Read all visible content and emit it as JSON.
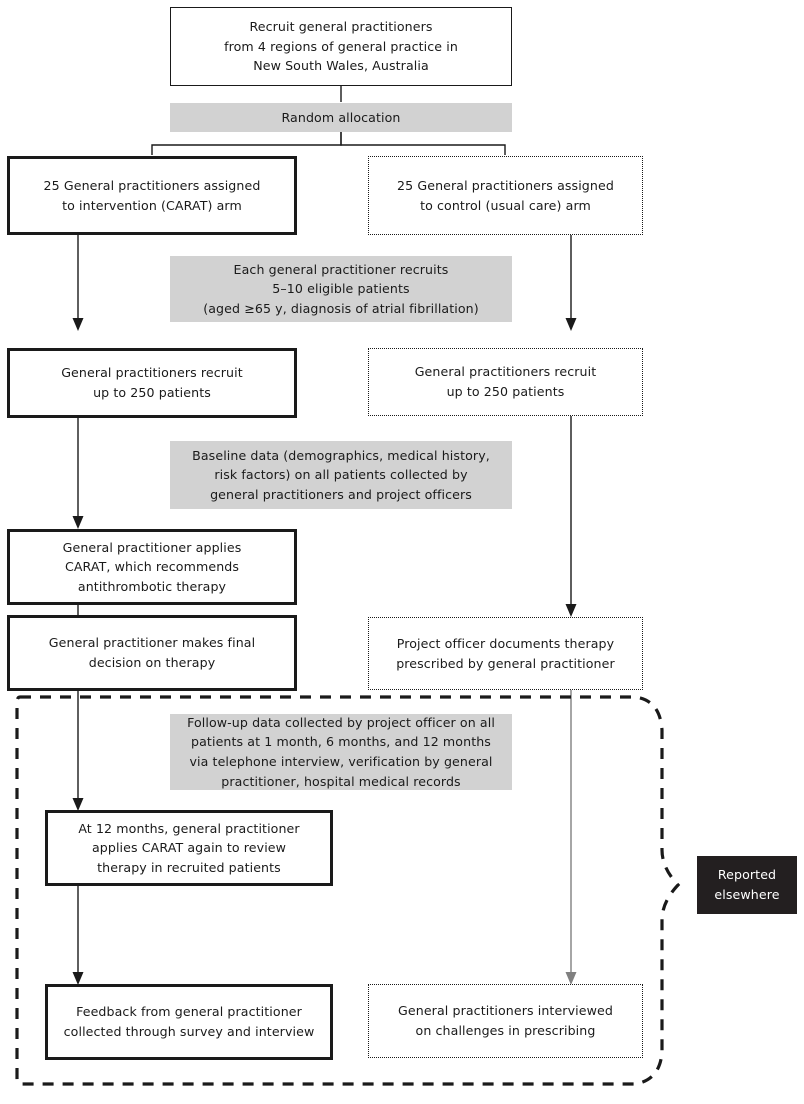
{
  "diagram": {
    "title": "CARAT cluster randomised trial flow diagram",
    "colors": {
      "line": "#1a1a1a",
      "gray_band": "#d2d2d2",
      "gray_connector": "#808080",
      "dark_box": "#231f20",
      "dark_box_text": "#ffffff",
      "page_background": "#ffffff"
    },
    "nodes": [
      {
        "id": "recruit-gps",
        "name": "recruit-general-practitioners-box",
        "style": "thin",
        "text": "Recruit general practitioners\nfrom 4 regions of general practice in\nNew South Wales, Australia"
      },
      {
        "id": "random-allocation",
        "name": "random-allocation-band",
        "style": "gray",
        "text": "Random allocation"
      },
      {
        "id": "intervention-arm",
        "name": "intervention-arm-box",
        "style": "solid",
        "text": "25 General practitioners assigned\nto intervention (CARAT) arm"
      },
      {
        "id": "control-arm",
        "name": "control-arm-box",
        "style": "dotted",
        "text": "25 General practitioners assigned\nto control (usual care) arm"
      },
      {
        "id": "eligible-patients",
        "name": "eligible-patients-band",
        "style": "gray",
        "text": "Each general practitioner recruits\n5–10 eligible patients\n(aged ≥65 y, diagnosis of atrial fibrillation)"
      },
      {
        "id": "recruit-250-left",
        "name": "intervention-recruit-patients-box",
        "style": "solid",
        "text": "General practitioners recruit\nup to 250 patients"
      },
      {
        "id": "recruit-250-right",
        "name": "control-recruit-patients-box",
        "style": "dotted",
        "text": "General practitioners recruit\nup to 250 patients"
      },
      {
        "id": "baseline-data",
        "name": "baseline-data-band",
        "style": "gray",
        "text": "Baseline data (demographics, medical history,\nrisk factors) on all patients collected by\ngeneral practitioners and project officers"
      },
      {
        "id": "carat-applies",
        "name": "carat-recommendation-box",
        "style": "solid",
        "text": "General practitioner applies\nCARAT, which recommends\nantithrombotic therapy"
      },
      {
        "id": "final-decision",
        "name": "final-decision-box",
        "style": "solid",
        "text": "General practitioner makes final\ndecision on therapy"
      },
      {
        "id": "project-officer-documents",
        "name": "project-officer-documents-box",
        "style": "dotted",
        "text": "Project officer documents therapy\nprescribed by general practitioner"
      },
      {
        "id": "followup-data",
        "name": "follow-up-data-band",
        "style": "gray",
        "text": "Follow-up data collected by project officer on all\npatients at 1 month, 6 months, and 12 months\nvia telephone interview, verification by general\npractitioner, hospital medical records"
      },
      {
        "id": "carat-12-months",
        "name": "carat-review-12-months-box",
        "style": "solid",
        "text": "At 12 months, general practitioner\napplies CARAT again to review\ntherapy in recruited patients"
      },
      {
        "id": "feedback",
        "name": "gp-feedback-box",
        "style": "solid",
        "text": "Feedback from general practitioner\ncollected through survey and interview"
      },
      {
        "id": "gps-interviewed",
        "name": "gps-interviewed-box",
        "style": "dotted",
        "text": "General practitioners interviewed\non challenges in prescribing"
      },
      {
        "id": "reported-elsewhere",
        "name": "reported-elsewhere-box",
        "style": "dark",
        "text": "Reported\nelsewhere"
      }
    ]
  }
}
